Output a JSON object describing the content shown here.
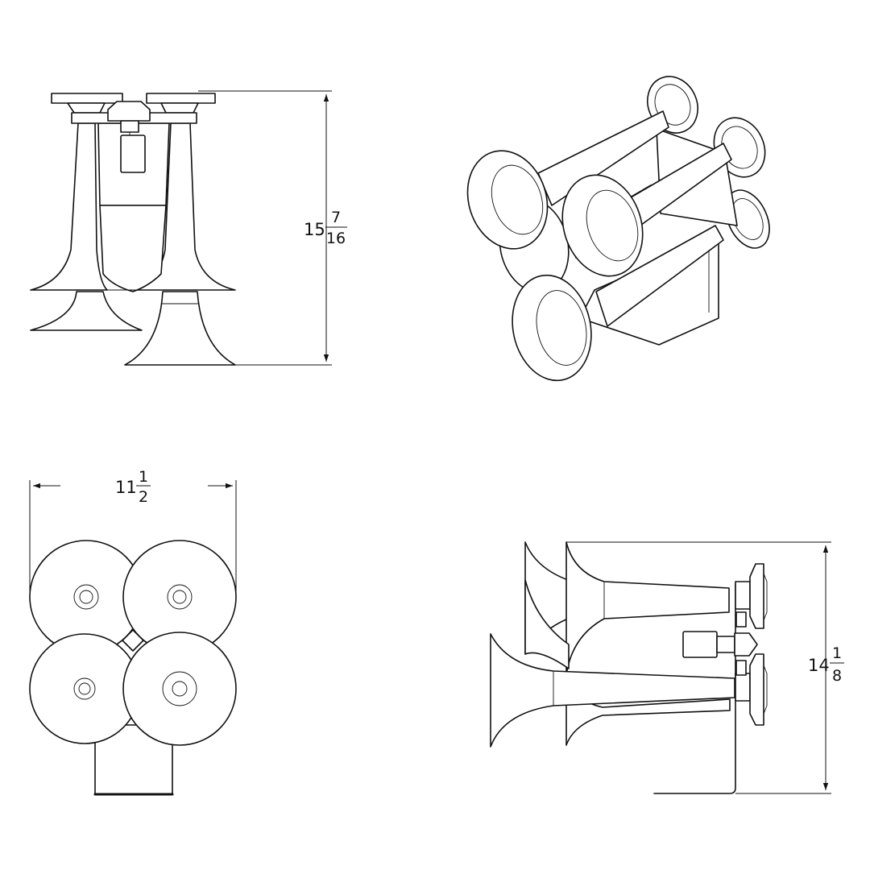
{
  "dimensions": {
    "height_front": {
      "whole": "15",
      "numerator": "7",
      "denominator": "16"
    },
    "width_bottom": {
      "whole": "11",
      "numerator": "1",
      "denominator": "2"
    },
    "height_side": {
      "whole": "14",
      "numerator": "1",
      "denominator": "8"
    }
  },
  "colors": {
    "line": "#111111",
    "background": "#ffffff"
  }
}
